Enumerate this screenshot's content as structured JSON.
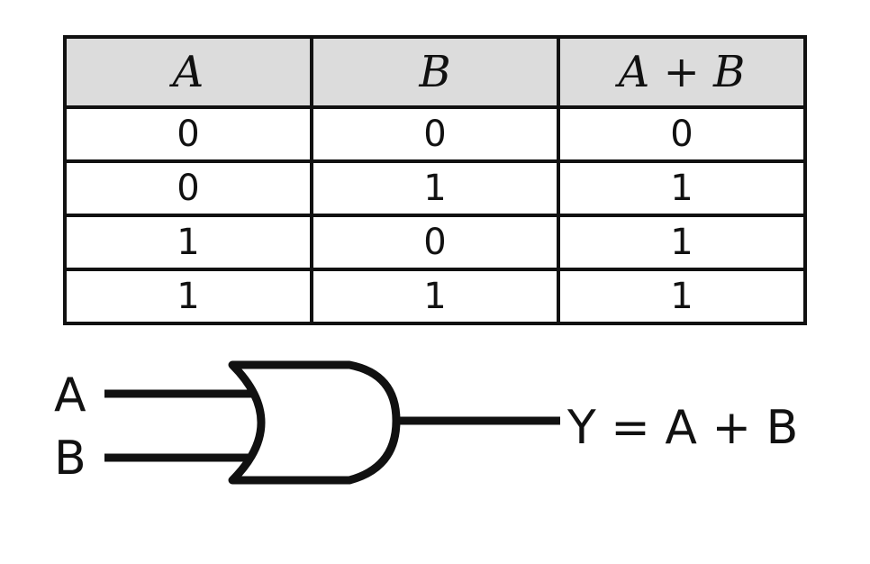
{
  "truth_table": {
    "headers": [
      "A",
      "B",
      "A + B"
    ],
    "rows": [
      [
        "0",
        "0",
        "0"
      ],
      [
        "0",
        "1",
        "1"
      ],
      [
        "1",
        "0",
        "1"
      ],
      [
        "1",
        "1",
        "1"
      ]
    ]
  },
  "gate": {
    "input_a_label": "A",
    "input_b_label": "B",
    "output_label": "Y = A + B",
    "colors": {
      "stroke": "#111111",
      "header_fill": "#dcdcdc"
    }
  }
}
